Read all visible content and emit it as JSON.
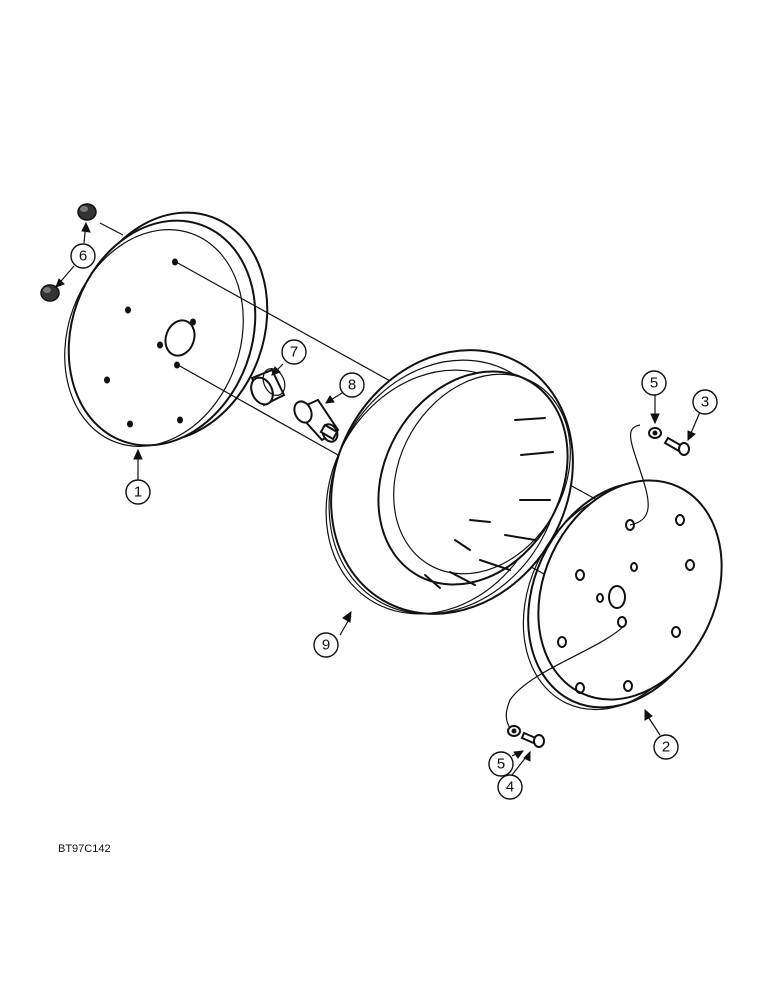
{
  "diagram_code": "BT97C142",
  "callouts": {
    "c1": "1",
    "c2": "2",
    "c3": "3",
    "c4": "4",
    "c5a": "5",
    "c5b": "5",
    "c6": "6",
    "c7": "7",
    "c8": "8",
    "c9": "9"
  }
}
